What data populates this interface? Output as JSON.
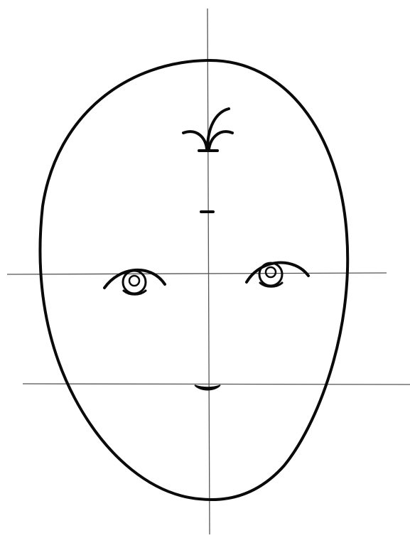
{
  "figure": {
    "subject": "face-proportion-guide",
    "colors": {
      "background": "#ffffff",
      "ink": "#0a0a0a",
      "guide": "#555555"
    },
    "features": [
      "head-outline",
      "vertical-center-line",
      "eye-line",
      "mouth-line",
      "hairline-mark",
      "brow-mark",
      "left-eye",
      "right-eye",
      "mouth-mark"
    ]
  }
}
